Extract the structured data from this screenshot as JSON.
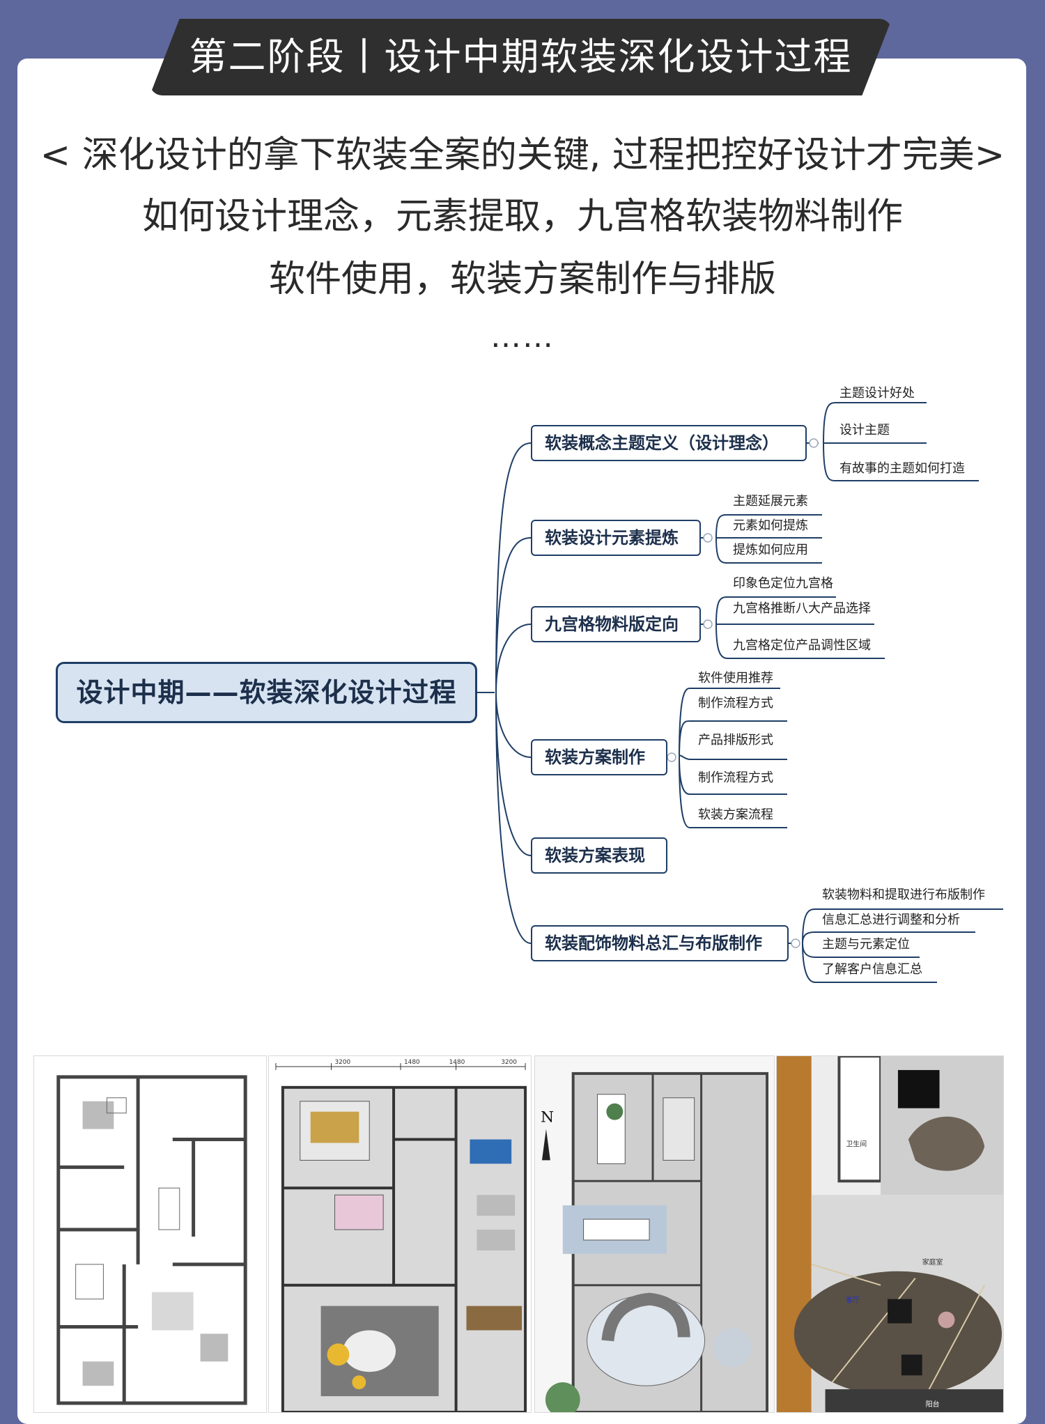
{
  "header": {
    "title": "第二阶段丨设计中期软装深化设计过程"
  },
  "intro": {
    "line1": "< 深化设计的拿下软装全案的关键, 过程把控好设计才完美>",
    "line2": "如何设计理念，元素提取，九宫格软装物料制作",
    "line3": "软件使用，软装方案制作与排版",
    "line4": "……"
  },
  "mindmap": {
    "root": "设计中期——软装深化设计过程",
    "branches": [
      {
        "label": "软装概念主题定义（设计理念）",
        "leaves": [
          "主题设计好处",
          "设计主题",
          "有故事的主题如何打造"
        ]
      },
      {
        "label": "软装设计元素提炼",
        "leaves": [
          "主题延展元素",
          "元素如何提炼",
          "提炼如何应用"
        ]
      },
      {
        "label": "九宫格物料版定向",
        "leaves": [
          "印象色定位九宫格",
          "九宫格推断八大产品选择",
          "九宫格定位产品调性区域"
        ]
      },
      {
        "label": "软装方案制作",
        "leaves": [
          "软件使用推荐",
          "制作流程方式",
          "产品排版形式",
          "制作流程方式",
          "软装方案流程"
        ]
      },
      {
        "label": "软装方案表现",
        "leaves": []
      },
      {
        "label": "软装配饰物料总汇与布版制作",
        "leaves": [
          "软装物料和提取进行布版制作",
          "信息汇总进行调整和分析",
          "主题与元素定位",
          "了解客户信息汇总"
        ]
      }
    ]
  },
  "plans": {
    "p2_dims": [
      "3200",
      "1480",
      "1480",
      "3200"
    ],
    "p3_compass": "N",
    "p4_labels": [
      "卫生间",
      "客厅",
      "家庭室",
      "阳台"
    ]
  },
  "colors": {
    "background": "#5f689c",
    "title_bar": "#2f2f2f",
    "node_border": "#1f3e66",
    "root_fill": "#d7e3f1"
  }
}
